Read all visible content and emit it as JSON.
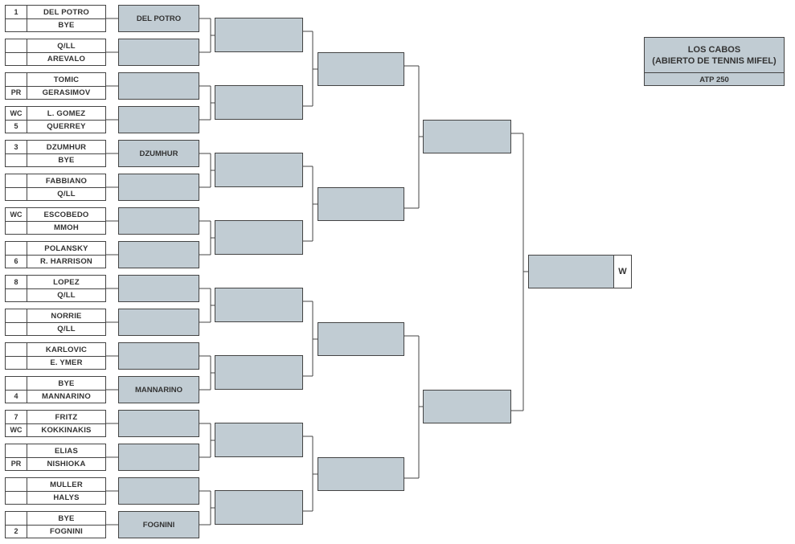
{
  "tournament": {
    "title_line1": "LOS CABOS",
    "title_line2": "(ABIERTO DE TENNIS MIFEL)",
    "category": "ATP 250"
  },
  "winner_label": "W",
  "first_round": [
    {
      "top": {
        "seed": "1",
        "name": "DEL POTRO"
      },
      "bottom": {
        "seed": "",
        "name": "BYE"
      }
    },
    {
      "top": {
        "seed": "",
        "name": "Q/LL"
      },
      "bottom": {
        "seed": "",
        "name": "AREVALO"
      }
    },
    {
      "top": {
        "seed": "",
        "name": "TOMIC"
      },
      "bottom": {
        "seed": "PR",
        "name": "GERASIMOV"
      }
    },
    {
      "top": {
        "seed": "WC",
        "name": "L. GOMEZ"
      },
      "bottom": {
        "seed": "5",
        "name": "QUERREY"
      }
    },
    {
      "top": {
        "seed": "3",
        "name": "DZUMHUR"
      },
      "bottom": {
        "seed": "",
        "name": "BYE"
      }
    },
    {
      "top": {
        "seed": "",
        "name": "FABBIANO"
      },
      "bottom": {
        "seed": "",
        "name": "Q/LL"
      }
    },
    {
      "top": {
        "seed": "WC",
        "name": "ESCOBEDO"
      },
      "bottom": {
        "seed": "",
        "name": "MMOH"
      }
    },
    {
      "top": {
        "seed": "",
        "name": "POLANSKY"
      },
      "bottom": {
        "seed": "6",
        "name": "R. HARRISON"
      }
    },
    {
      "top": {
        "seed": "8",
        "name": "LOPEZ"
      },
      "bottom": {
        "seed": "",
        "name": "Q/LL"
      }
    },
    {
      "top": {
        "seed": "",
        "name": "NORRIE"
      },
      "bottom": {
        "seed": "",
        "name": "Q/LL"
      }
    },
    {
      "top": {
        "seed": "",
        "name": "KARLOVIC"
      },
      "bottom": {
        "seed": "",
        "name": "E. YMER"
      }
    },
    {
      "top": {
        "seed": "",
        "name": "BYE"
      },
      "bottom": {
        "seed": "4",
        "name": "MANNARINO"
      }
    },
    {
      "top": {
        "seed": "7",
        "name": "FRITZ"
      },
      "bottom": {
        "seed": "WC",
        "name": "KOKKINAKIS"
      }
    },
    {
      "top": {
        "seed": "",
        "name": "ELIAS"
      },
      "bottom": {
        "seed": "PR",
        "name": "NISHIOKA"
      }
    },
    {
      "top": {
        "seed": "",
        "name": "MULLER"
      },
      "bottom": {
        "seed": "",
        "name": "HALYS"
      }
    },
    {
      "top": {
        "seed": "",
        "name": "BYE"
      },
      "bottom": {
        "seed": "2",
        "name": "FOGNINI"
      }
    }
  ],
  "round2": [
    "DEL POTRO",
    "",
    "",
    "",
    "DZUMHUR",
    "",
    "",
    "",
    "",
    "",
    "",
    "MANNARINO",
    "",
    "",
    "",
    "FOGNINI"
  ],
  "quarterfinals": [
    "",
    "",
    "",
    "",
    "",
    "",
    "",
    ""
  ],
  "semifinals": [
    "",
    "",
    "",
    ""
  ],
  "finalists": [
    "",
    ""
  ],
  "champion": "",
  "colors": {
    "box_fill": "#c1ccd3",
    "line": "#444444",
    "text": "#333333"
  }
}
